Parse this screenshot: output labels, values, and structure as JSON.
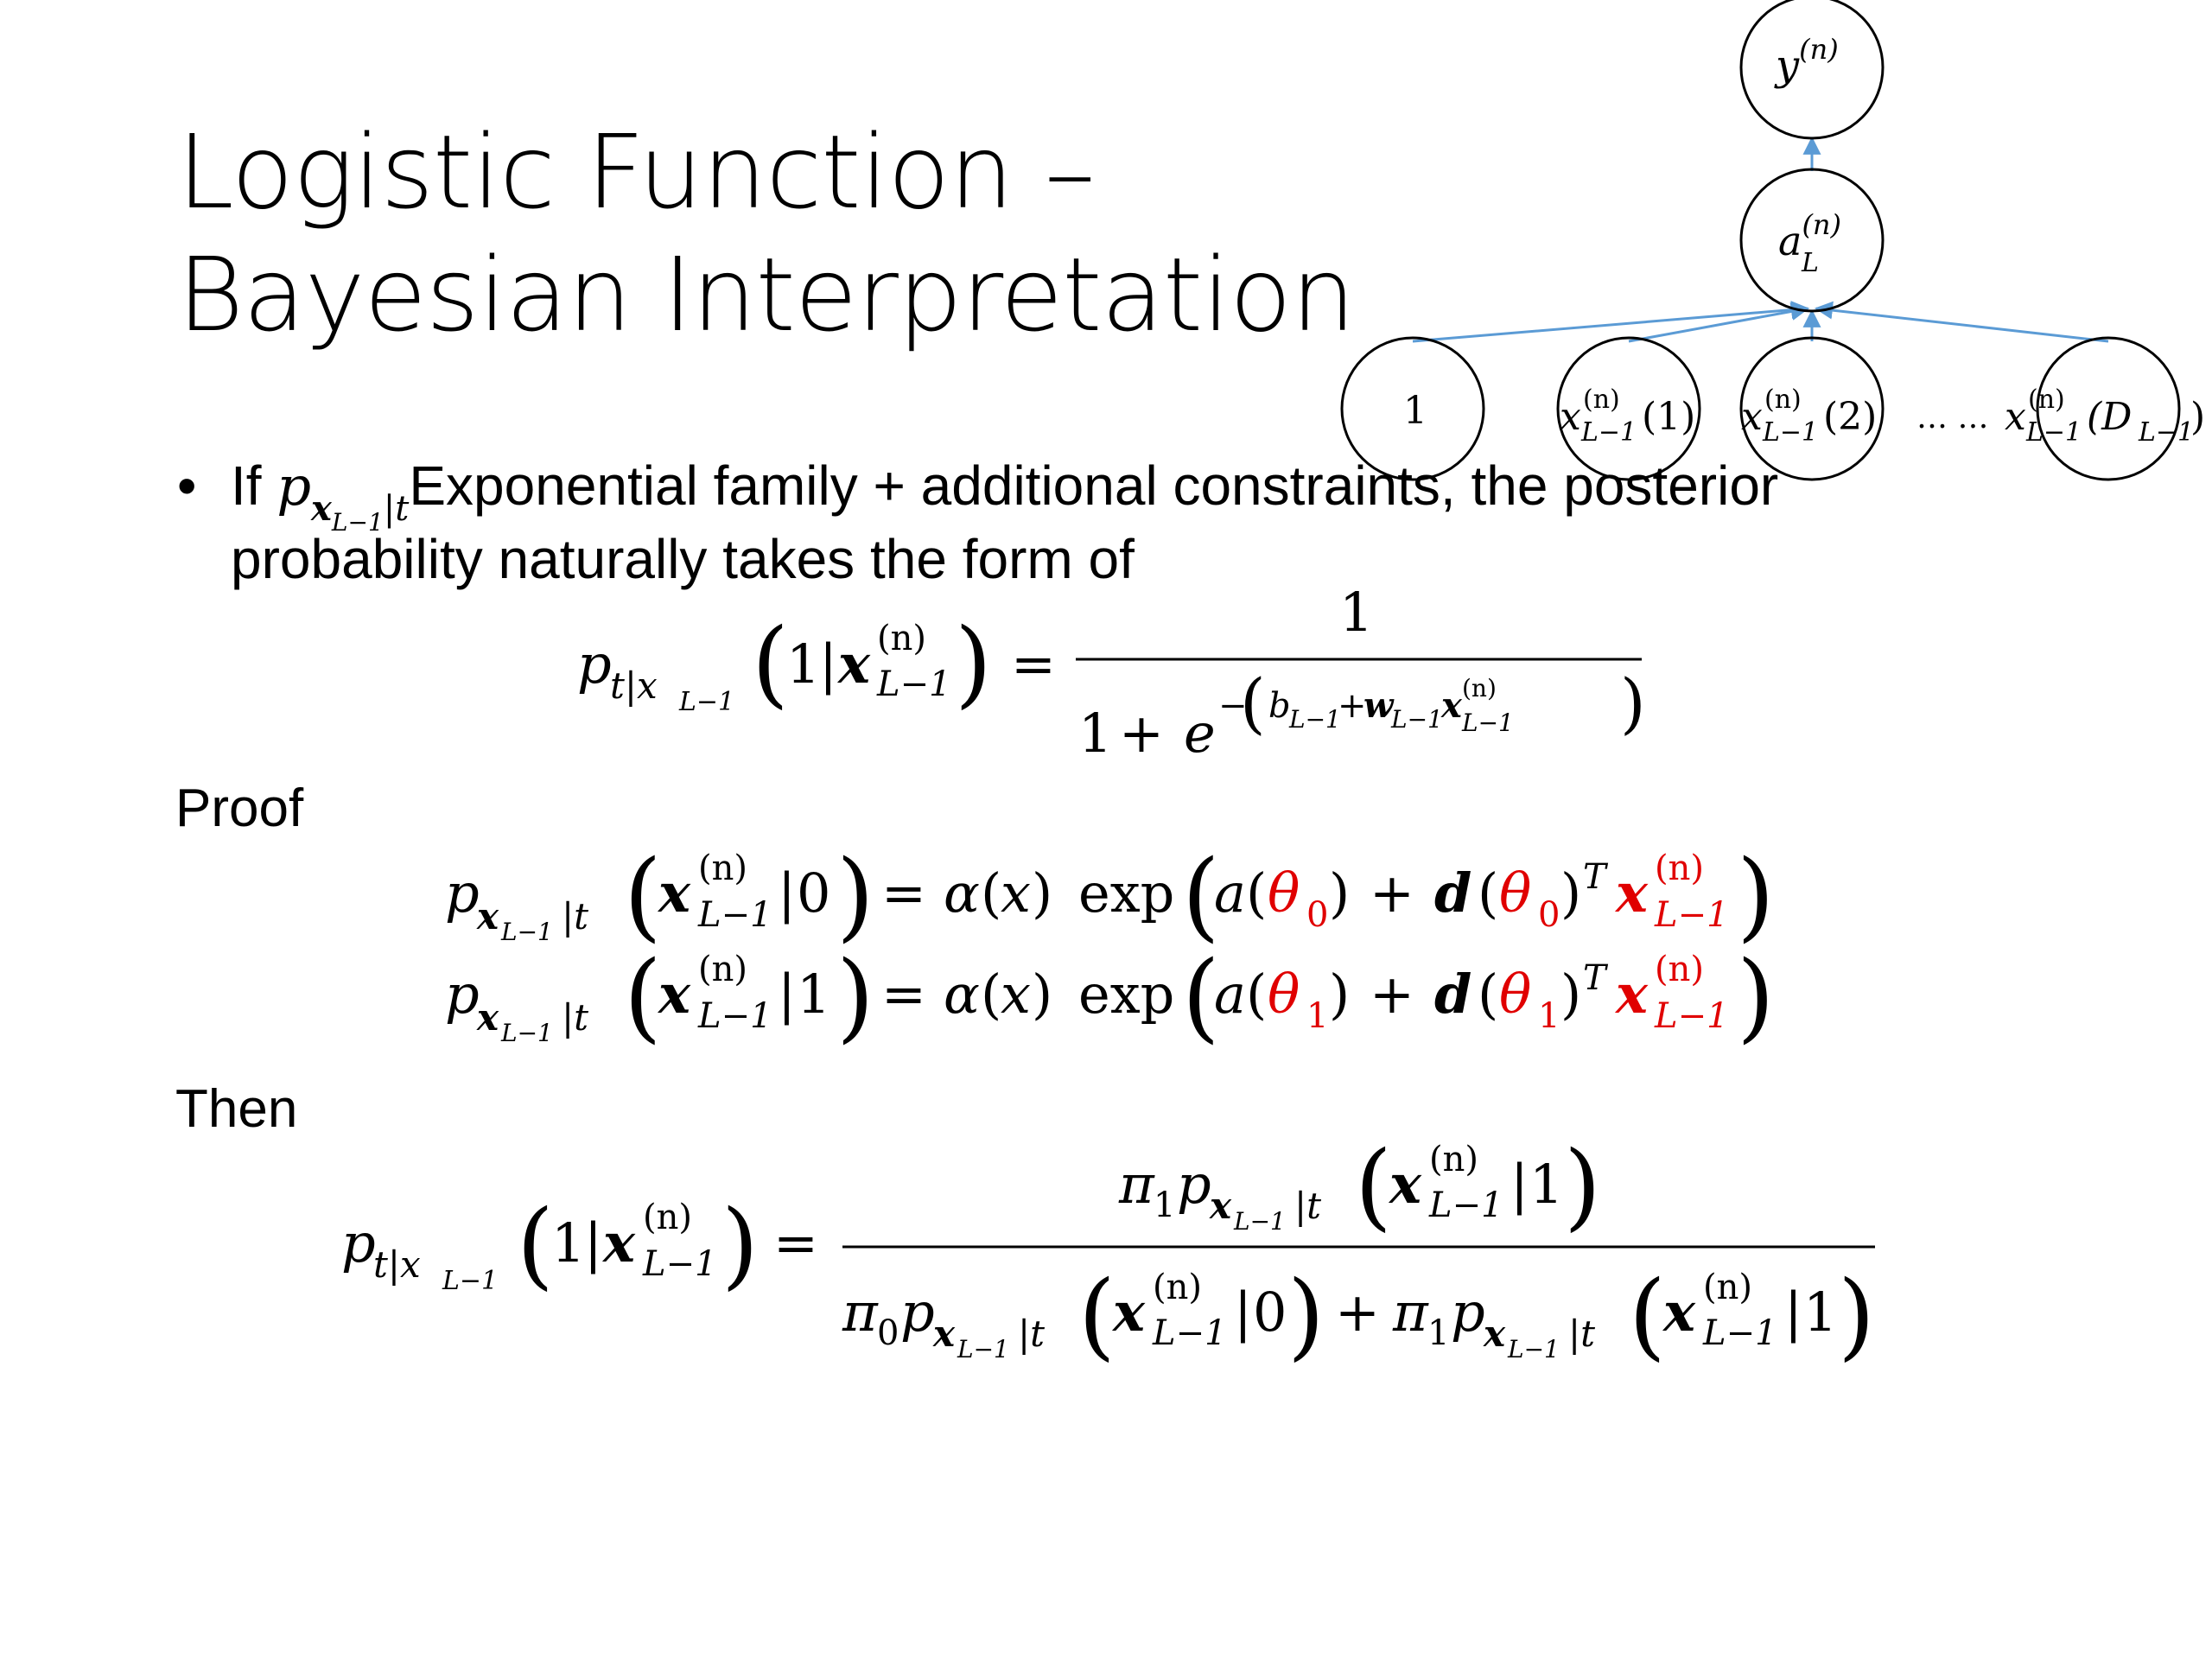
{
  "slide": {
    "title_line1": "Logistic Function –",
    "title_line2": "Bayesian Interpretation",
    "bullet_prefix": "If",
    "bullet_text": "Exponential family + additional constraints, the posterior",
    "bullet_continuation": "probability naturally takes the form of",
    "proof_label": "Proof",
    "then_label": "Then"
  },
  "diagram": {
    "nodes": {
      "output": "y",
      "output_sup": "(n)",
      "activation": "a",
      "activation_sub": "L",
      "activation_sup": "(n)",
      "bias": "1",
      "input1_arg": "(1)",
      "input2_arg": "(2)",
      "inputD_arg": "(D",
      "inputD_sub": "L−1",
      "input_base": "x",
      "input_sub": "L−1",
      "input_sup": "(n)"
    },
    "ellipsis": "… …",
    "edge_color": "#5b9bd5"
  },
  "math": {
    "p": "p",
    "one": "1",
    "zero": "0",
    "bar": "|",
    "equals": "=",
    "plus": "+",
    "exp": "exp",
    "alpha": "α",
    "x_var": "x",
    "x_bold": "x",
    "sup_n": "(n)",
    "sub_L1": "L−1",
    "sub_t_given_x": "t|x",
    "sub_x_given_t": "x",
    "sub_x_given_t_tail": "|t",
    "e": "e",
    "b": "b",
    "w": "w",
    "minus": "−",
    "a_fn": "a",
    "d_bold": "d",
    "theta": "θ",
    "theta_sub0": "0",
    "theta_sub1": "1",
    "T": "T",
    "pi": "π",
    "pi_sub0": "0",
    "pi_sub1": "1",
    "highlight_color": "#e00000"
  }
}
